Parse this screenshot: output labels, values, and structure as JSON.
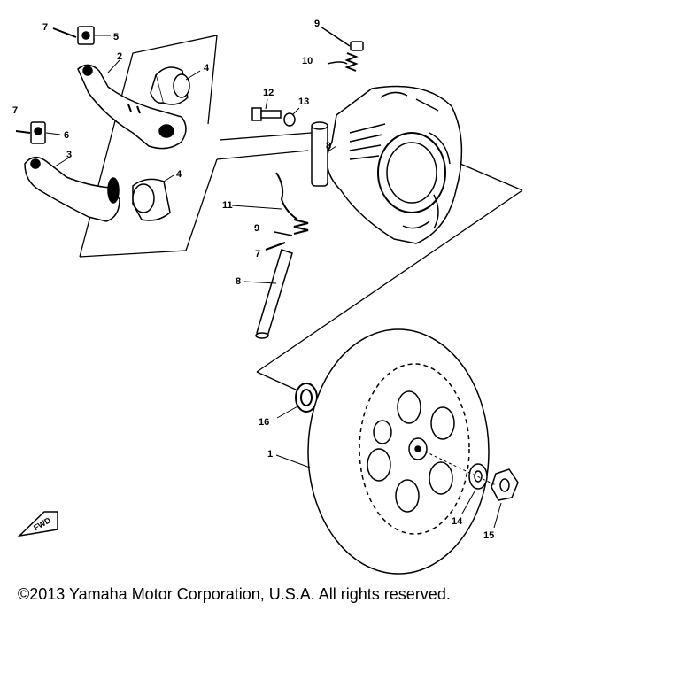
{
  "diagram": {
    "callouts": {
      "c1": "1",
      "c2": "2",
      "c3": "3",
      "c4a": "4",
      "c4b": "4",
      "c5": "5",
      "c6": "6",
      "c7a": "7",
      "c7b": "7",
      "c7c": "7",
      "c8a": "8",
      "c8b": "8",
      "c9a": "9",
      "c9b": "9",
      "c10": "10",
      "c11": "11",
      "c12": "12",
      "c13": "13",
      "c14": "14",
      "c15": "15",
      "c16": "16"
    },
    "fwd_mark": "FWD"
  },
  "footer": {
    "copyright": "©2013 Yamaha Motor Corporation, U.S.A. All rights reserved."
  }
}
